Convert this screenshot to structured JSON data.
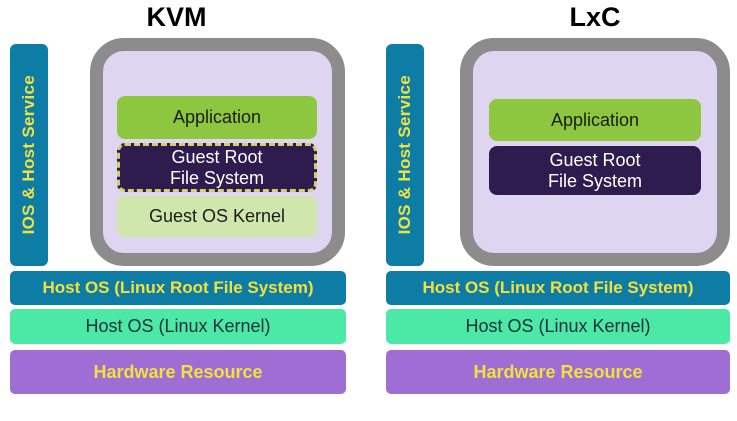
{
  "colors": {
    "teal": "#0e7da6",
    "label_yellow": "#f2e13d",
    "container_border_gray": "#8c8c8c",
    "container_fill_lavender": "#ded5f0",
    "application_green": "#8dc63f",
    "guest_root_dark_purple": "#2e1c4e",
    "guest_kernel_pale_green": "#cfe6ad",
    "host_kernel_mint": "#4ce9a6",
    "hardware_purple": "#9e6ed4"
  },
  "panels": [
    {
      "title": "KVM",
      "sidebar_label": "IOS & Host Service",
      "boxes": [
        {
          "label": "Application"
        },
        {
          "label": "Guest Root\nFile System"
        },
        {
          "label": "Guest OS Kernel"
        }
      ],
      "bars": [
        {
          "label": "Host OS (Linux Root File System)"
        },
        {
          "label": "Host OS (Linux Kernel)"
        },
        {
          "label": "Hardware Resource"
        }
      ]
    },
    {
      "title": "LxC",
      "sidebar_label": "IOS & Host Service",
      "boxes": [
        {
          "label": "Application"
        },
        {
          "label": "Guest Root\nFile System"
        }
      ],
      "bars": [
        {
          "label": "Host OS (Linux Root File System)"
        },
        {
          "label": "Host OS (Linux Kernel)"
        },
        {
          "label": "Hardware Resource"
        }
      ]
    }
  ]
}
